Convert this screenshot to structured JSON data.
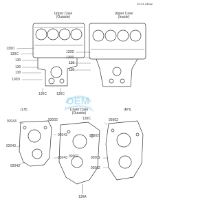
{
  "ref_code": "E1V1 24812",
  "upper_case": {
    "outside_title": [
      "Upper Case",
      "(Outside)"
    ],
    "inside_title": [
      "Upper Case",
      "(Inside)"
    ],
    "callouts_left": [
      "130D",
      "130C",
      "130",
      "130",
      "130",
      "130D"
    ],
    "callouts_right": [
      "130D",
      "130D",
      "130",
      "130"
    ],
    "callouts_bottom": [
      "130C",
      "130C"
    ]
  },
  "watermark": {
    "brand": "OEM",
    "tagline": "MOTORPARTS"
  },
  "lower_case": {
    "title": [
      "Lower Case",
      "(Outside)"
    ],
    "lh": "(LH)",
    "rh": "(RH)",
    "callouts": {
      "left_top": "92043",
      "left_mid": "92043",
      "left_low": "92043",
      "a": "92002",
      "b": "92043",
      "c": "92043",
      "top_130c": "130C",
      "mid_a": "92002",
      "mid_b": "92002",
      "right_top": "92002",
      "right_mid": "92002",
      "right_low": "92002",
      "bottom": "130A"
    }
  }
}
